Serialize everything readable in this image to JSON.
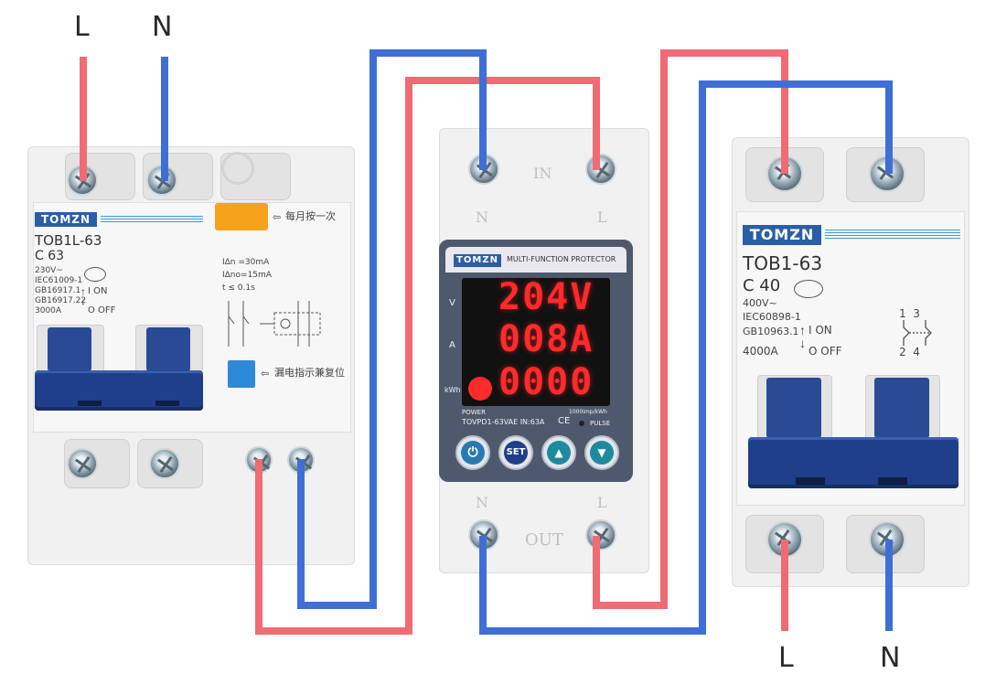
{
  "labels": {
    "top_left_L": "L",
    "top_left_N": "N",
    "bottom_right_L": "L",
    "bottom_right_N": "N"
  },
  "colors": {
    "live_wire": "#f06b73",
    "neutral_wire": "#3f6fd6",
    "brand_blue": "#2c5ea6",
    "lever_blue": "#1f3f8a",
    "display_red": "#ff2a2a"
  },
  "rcbo": {
    "brand": "TOMZN",
    "model": "TOB1L-63",
    "rating": "C 63",
    "specs": [
      "230V~",
      "IEC61009-1",
      "GB16917.1",
      "GB16917.22",
      "3000A"
    ],
    "on_label": "I ON",
    "off_label": "O OFF",
    "test_button_note": "每月按一次",
    "trip_specs": [
      "IΔn =30mA",
      "IΔno=15mA",
      "t ≤ 0.1s"
    ],
    "indicator_note": "漏电指示兼复位"
  },
  "protector": {
    "brand": "TOMZN",
    "title": "MULTI-FUNCTION PROTECTOR",
    "in_label": "IN",
    "out_label": "OUT",
    "top_n": "N",
    "top_l": "L",
    "bottom_n": "N",
    "bottom_l": "L",
    "row_labels": {
      "v": "V",
      "a": "A",
      "kwh": "kWh"
    },
    "voltage": "204V",
    "current": "008A",
    "energy": "0000",
    "power_label": "POWER",
    "model": "TOVPD1-63VAE IN:63A",
    "ce": "CE",
    "pulse_rate": "1000imp/kWh",
    "pulse_label": "PULSE",
    "buttons": {
      "power": "⏻",
      "set": "SET",
      "up": "▲",
      "down": "▼"
    }
  },
  "mcb": {
    "brand": "TOMZN",
    "model": "TOB1-63",
    "rating": "C 40",
    "specs": [
      "400V~",
      "IEC60898-1",
      "GB10963.1",
      "4000A"
    ],
    "on_label": "I ON",
    "off_label": "O OFF",
    "pole_top": "1  3",
    "pole_bottom": "2  4"
  }
}
